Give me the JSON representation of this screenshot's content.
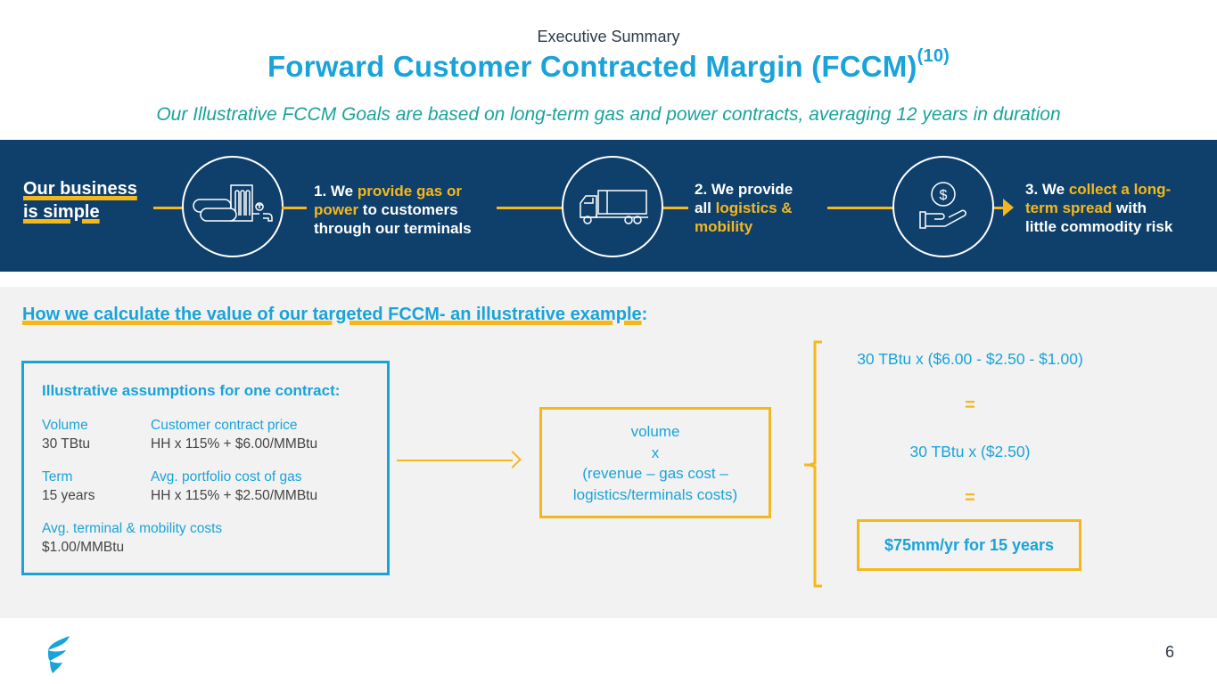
{
  "header": {
    "kicker": "Executive Summary",
    "title": "Forward Customer Contracted Margin (FCCM)",
    "title_footnote": "(10)",
    "subtitle": "Our Illustrative FCCM Goals are based on long-term gas and power contracts, averaging 12 years in duration"
  },
  "banner": {
    "lead_line1": "Our business",
    "lead_line2": "is simple",
    "steps": [
      {
        "icon": "gas-terminal-icon",
        "prefix": "1. We ",
        "highlight": "provide gas or power",
        "suffix": " to customers through our terminals",
        "line1_a": "1. We ",
        "line1_b": "provide gas or",
        "line2_a": "power",
        "line2_b": " to customers",
        "line3": "through our terminals"
      },
      {
        "icon": "truck-icon",
        "line1": "2. We provide",
        "line2_a": "all ",
        "line2_b": "logistics &",
        "line3": "mobility"
      },
      {
        "icon": "hand-dollar-icon",
        "line1_a": "3. We ",
        "line1_b": "collect a long-",
        "line2_a": "term spread",
        "line2_b": " with",
        "line3": "little commodity risk"
      }
    ]
  },
  "example": {
    "heading": "How we calculate the value of our targeted FCCM- an illustrative example",
    "heading_colon": ":",
    "assumptions": {
      "title": "Illustrative assumptions for one contract:",
      "items": [
        {
          "label": "Volume",
          "value": "30 TBtu"
        },
        {
          "label": "Customer contract price",
          "value": "HH x 115% + $6.00/MMBtu"
        },
        {
          "label": "Term",
          "value": "15 years"
        },
        {
          "label": "Avg. portfolio cost of gas",
          "value": "HH x 115% + $2.50/MMBtu"
        },
        {
          "label": "Avg. terminal & mobility costs",
          "value": "$1.00/MMBtu"
        }
      ]
    },
    "formula": {
      "line1": "volume",
      "line2": "x",
      "line3": "(revenue – gas cost –",
      "line4": "logistics/terminals costs)"
    },
    "calculation": {
      "step1": "30 TBtu x ($6.00 - $2.50 - $1.00)",
      "equals1": "=",
      "step2": "30 TBtu x ($2.50)",
      "equals2": "=",
      "result": "$75mm/yr for 15 years"
    }
  },
  "footer": {
    "page_number": "6"
  },
  "colors": {
    "brand_blue": "#1aa3d9",
    "navy": "#0f406b",
    "accent_yellow": "#f5b81c",
    "teal": "#1aa39a",
    "panel_grey": "#f2f2f2"
  }
}
